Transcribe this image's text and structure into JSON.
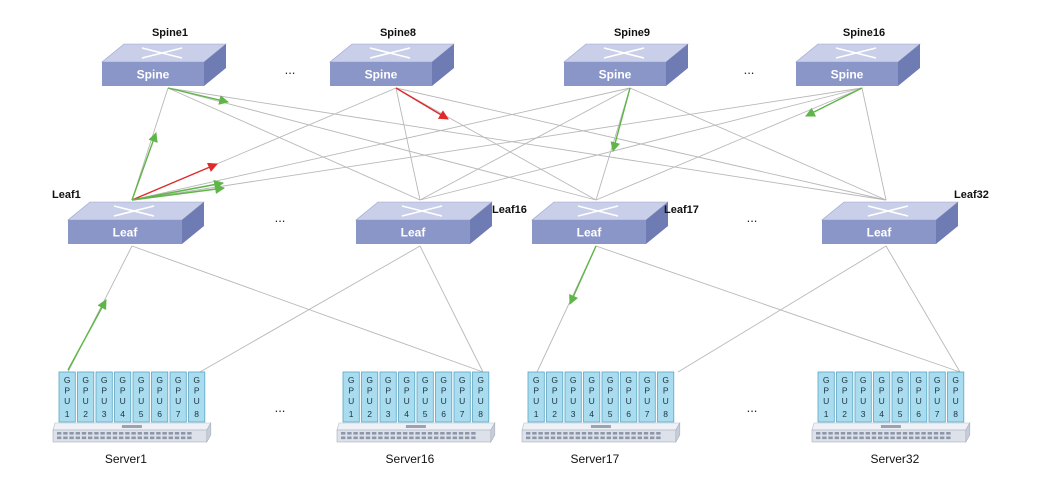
{
  "colors": {
    "link": "#b8b8b8",
    "flow_green": "#5fb548",
    "flow_red": "#e02a2a",
    "switch_top": "#c9cfe8",
    "switch_front": "#8a96c8",
    "switch_side": "#6f7cb4",
    "gpu_fill": "#a9dcef",
    "gpu_border": "#5aa6c4"
  },
  "spines": [
    {
      "name": "Spine1",
      "label": "Spine"
    },
    {
      "name": "Spine8",
      "label": "Spine"
    },
    {
      "name": "Spine9",
      "label": "Spine"
    },
    {
      "name": "Spine16",
      "label": "Spine"
    }
  ],
  "leaves": [
    {
      "name": "Leaf1",
      "label": "Leaf"
    },
    {
      "name": "Leaf16",
      "label": "Leaf"
    },
    {
      "name": "Leaf17",
      "label": "Leaf"
    },
    {
      "name": "Leaf32",
      "label": "Leaf"
    }
  ],
  "servers": [
    {
      "name": "Server1"
    },
    {
      "name": "Server16"
    },
    {
      "name": "Server17"
    },
    {
      "name": "Server32"
    }
  ],
  "gpu_letters": [
    "G",
    "P",
    "U"
  ],
  "gpu_numbers": [
    "1",
    "2",
    "3",
    "4",
    "5",
    "6",
    "7",
    "8"
  ],
  "ellipsis": "..."
}
